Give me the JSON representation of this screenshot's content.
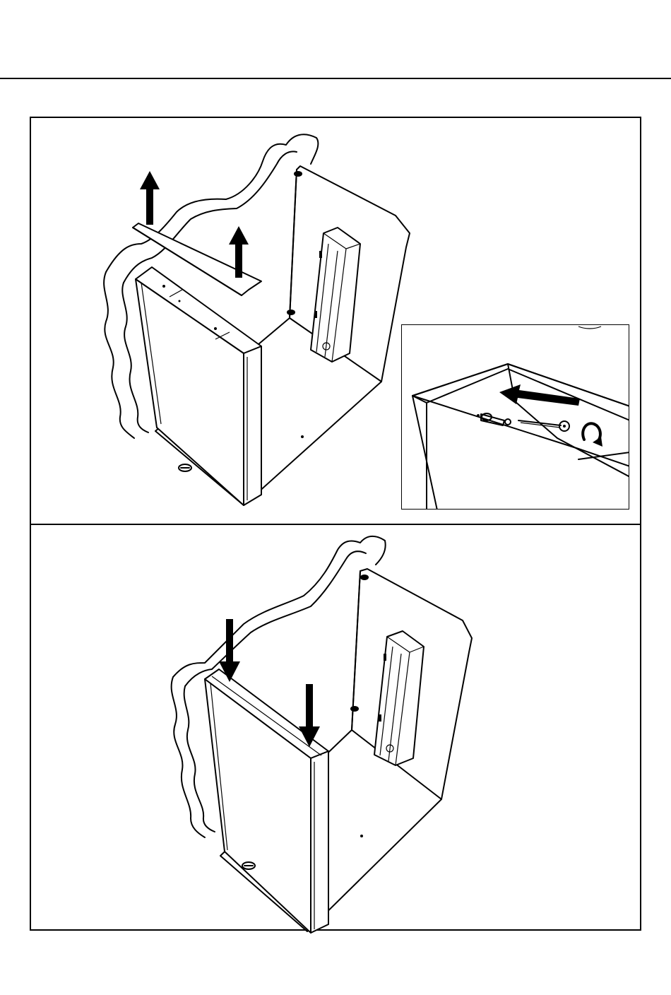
{
  "document": {
    "steps": [
      {
        "id": "step-remove-shelf",
        "arrows": [
          "up",
          "up"
        ],
        "inset": {
          "arrows": [
            "left"
          ],
          "rotation": "clockwise"
        }
      },
      {
        "id": "step-insert-panel",
        "arrows": [
          "down",
          "down"
        ]
      }
    ]
  },
  "colors": {
    "line": "#000000",
    "background": "#ffffff"
  },
  "icons": [
    "arrow-up-icon",
    "arrow-down-icon",
    "arrow-left-icon",
    "rotate-clockwise-icon",
    "cam-bolt-icon",
    "dowel-icon"
  ]
}
